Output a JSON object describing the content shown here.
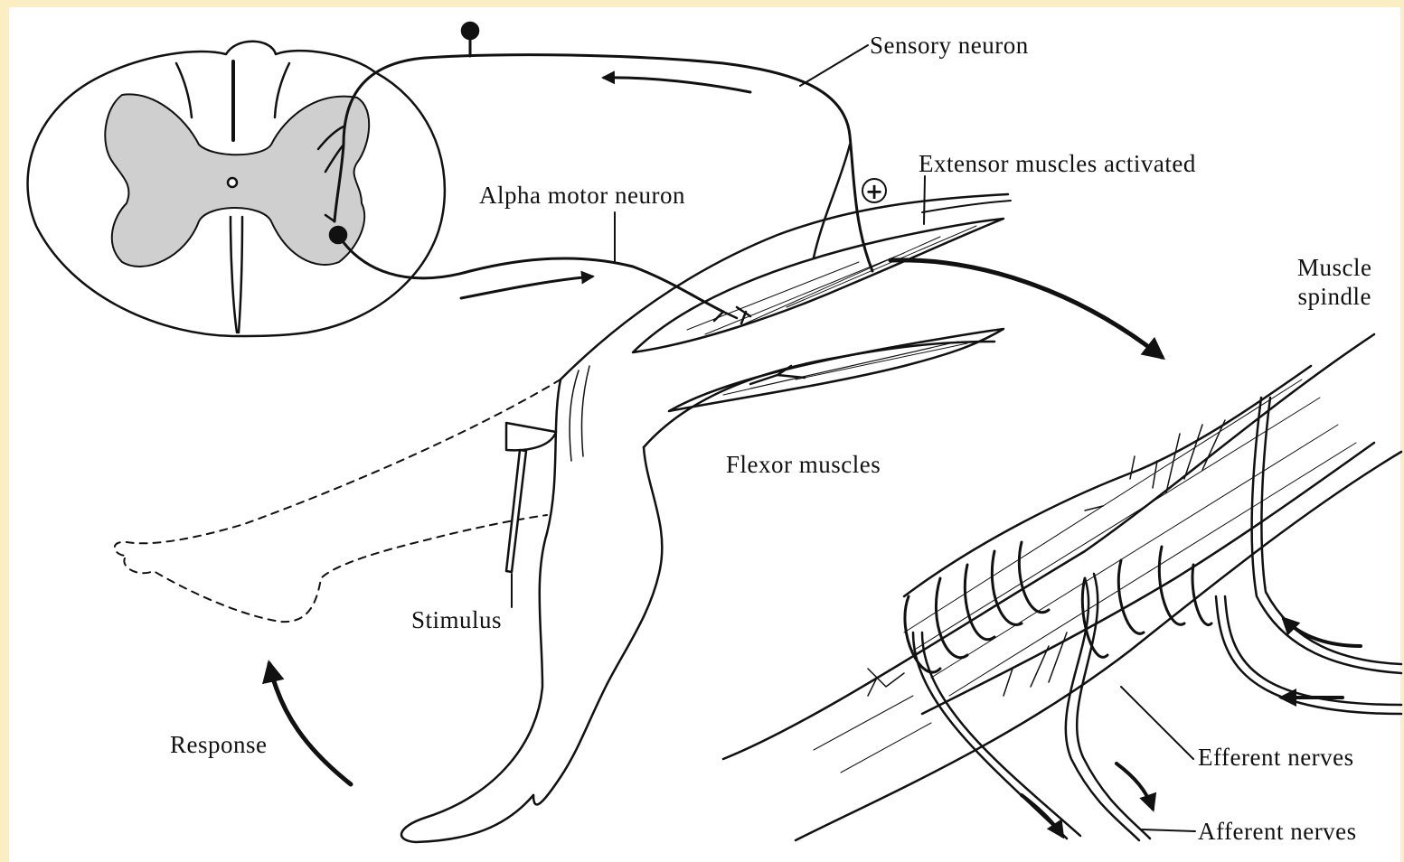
{
  "figure": {
    "background_color": "#fbeec2",
    "ink_color": "#111111",
    "gray_matter_color": "#cfcfcf",
    "labels": {
      "sensory_neuron": "Sensory neuron",
      "extensor_muscles": "Extensor muscles activated",
      "alpha_motor_neuron": "Alpha motor neuron",
      "muscle_spindle": "Muscle\nspindle",
      "flexor_muscles": "Flexor muscles",
      "stimulus": "Stimulus",
      "response": "Response",
      "efferent_nerves": "Efferent nerves",
      "afferent_nerves": "Afferent nerves",
      "excitatory_symbol": "+"
    }
  }
}
